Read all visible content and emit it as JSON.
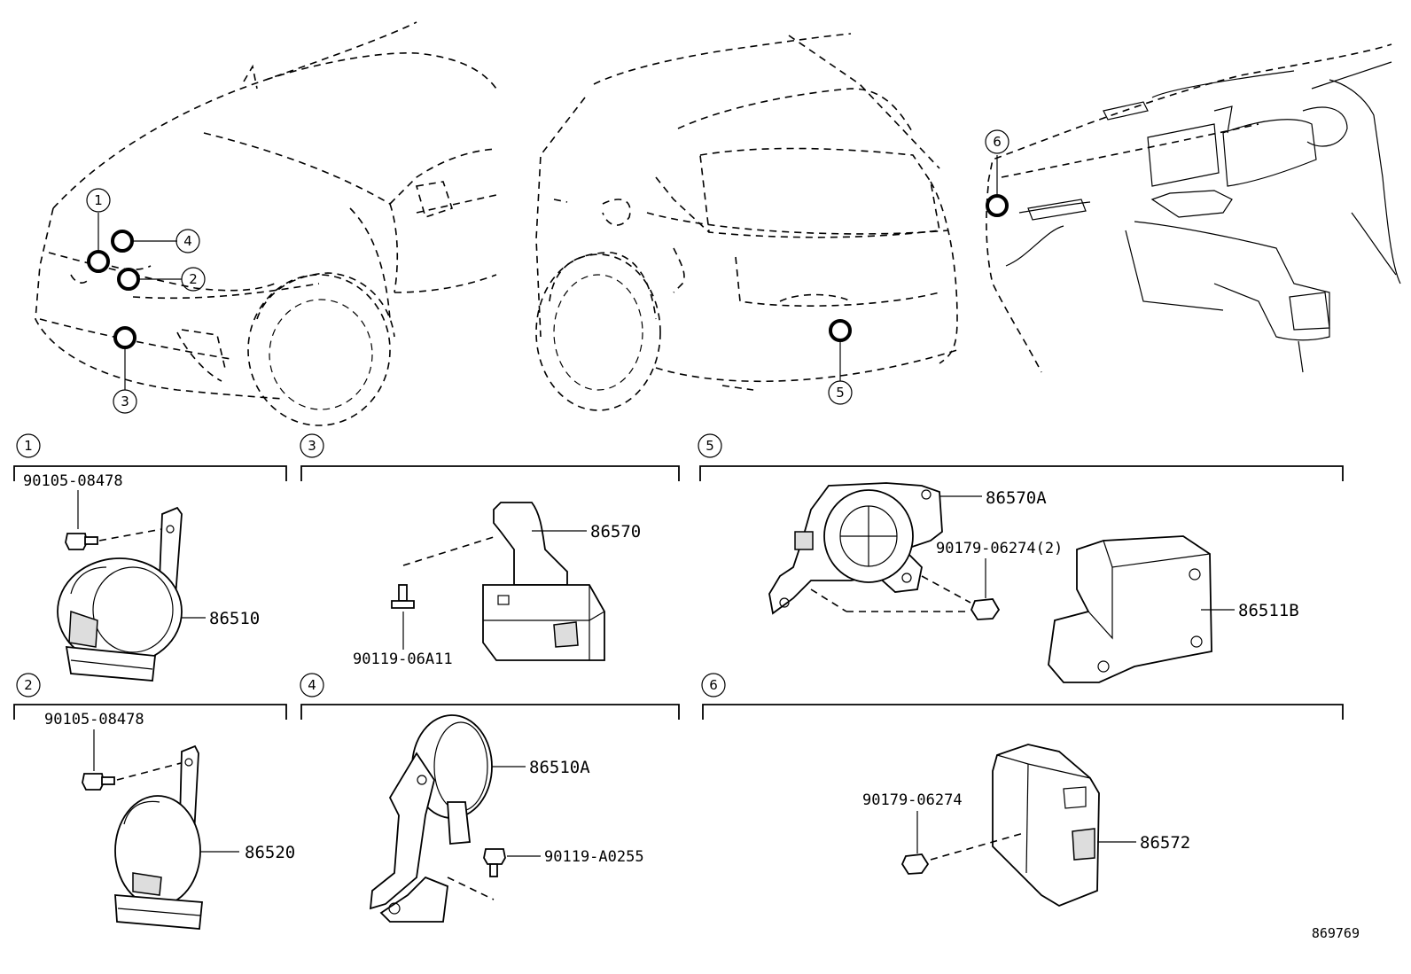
{
  "diagram": {
    "reference_number": "869769",
    "callouts": [
      "1",
      "2",
      "3",
      "4",
      "5",
      "6"
    ],
    "sections": [
      {
        "id": "1",
        "parts": [
          "90105-08478",
          "86510"
        ]
      },
      {
        "id": "2",
        "parts": [
          "90105-08478",
          "86520"
        ]
      },
      {
        "id": "3",
        "parts": [
          "86570",
          "90119-06A11"
        ]
      },
      {
        "id": "4",
        "parts": [
          "86510A",
          "90119-A0255"
        ]
      },
      {
        "id": "5",
        "parts": [
          "86570A",
          "90179-06274(2)",
          "86511B"
        ]
      },
      {
        "id": "6",
        "parts": [
          "90179-06274",
          "86572"
        ]
      }
    ]
  }
}
